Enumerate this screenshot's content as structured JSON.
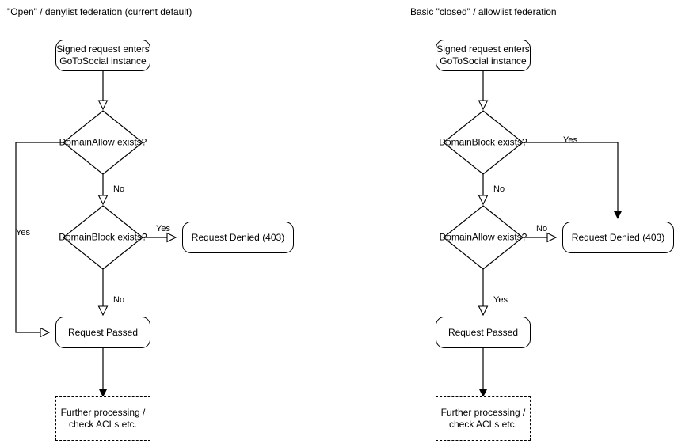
{
  "diagram": {
    "type": "flowchart",
    "background": "#ffffff",
    "stroke_color": "#000000",
    "text_color": "#000000"
  },
  "panels": [
    {
      "id": "open-denylist",
      "title": "\"Open\" / denylist federation (current default)",
      "nodes": {
        "start": "Signed request enters\nGoToSocial instance",
        "start_line1": "Signed request enters",
        "start_line2": "GoToSocial instance",
        "decision1": "DomainAllow\nexists?",
        "decision1_line1": "DomainAllow",
        "decision1_line2": "exists?",
        "decision2": "DomainBlock\nexists?",
        "decision2_line1": "DomainBlock",
        "decision2_line2": "exists?",
        "denied": "Request Denied (403)",
        "passed": "Request Passed",
        "further_line1": "Further processing /",
        "further_line2": "check ACLs etc."
      },
      "edge_labels": {
        "allow_yes": "Yes",
        "allow_no": "No",
        "block_yes": "Yes",
        "block_no": "No"
      }
    },
    {
      "id": "closed-allowlist",
      "title": "Basic \"closed\" / allowlist federation",
      "nodes": {
        "start": "Signed request enters\nGoToSocial instance",
        "start_line1": "Signed request enters",
        "start_line2": "GoToSocial instance",
        "decision1": "DomainBlock\nexists?",
        "decision1_line1": "DomainBlock",
        "decision1_line2": "exists?",
        "decision2": "DomainAllow\nexists?",
        "decision2_line1": "DomainAllow",
        "decision2_line2": "exists?",
        "denied": "Request Denied (403)",
        "passed": "Request Passed",
        "further_line1": "Further processing /",
        "further_line2": "check ACLs etc."
      },
      "edge_labels": {
        "block_yes": "Yes",
        "block_no": "No",
        "allow_no": "No",
        "allow_yes": "Yes"
      }
    }
  ]
}
